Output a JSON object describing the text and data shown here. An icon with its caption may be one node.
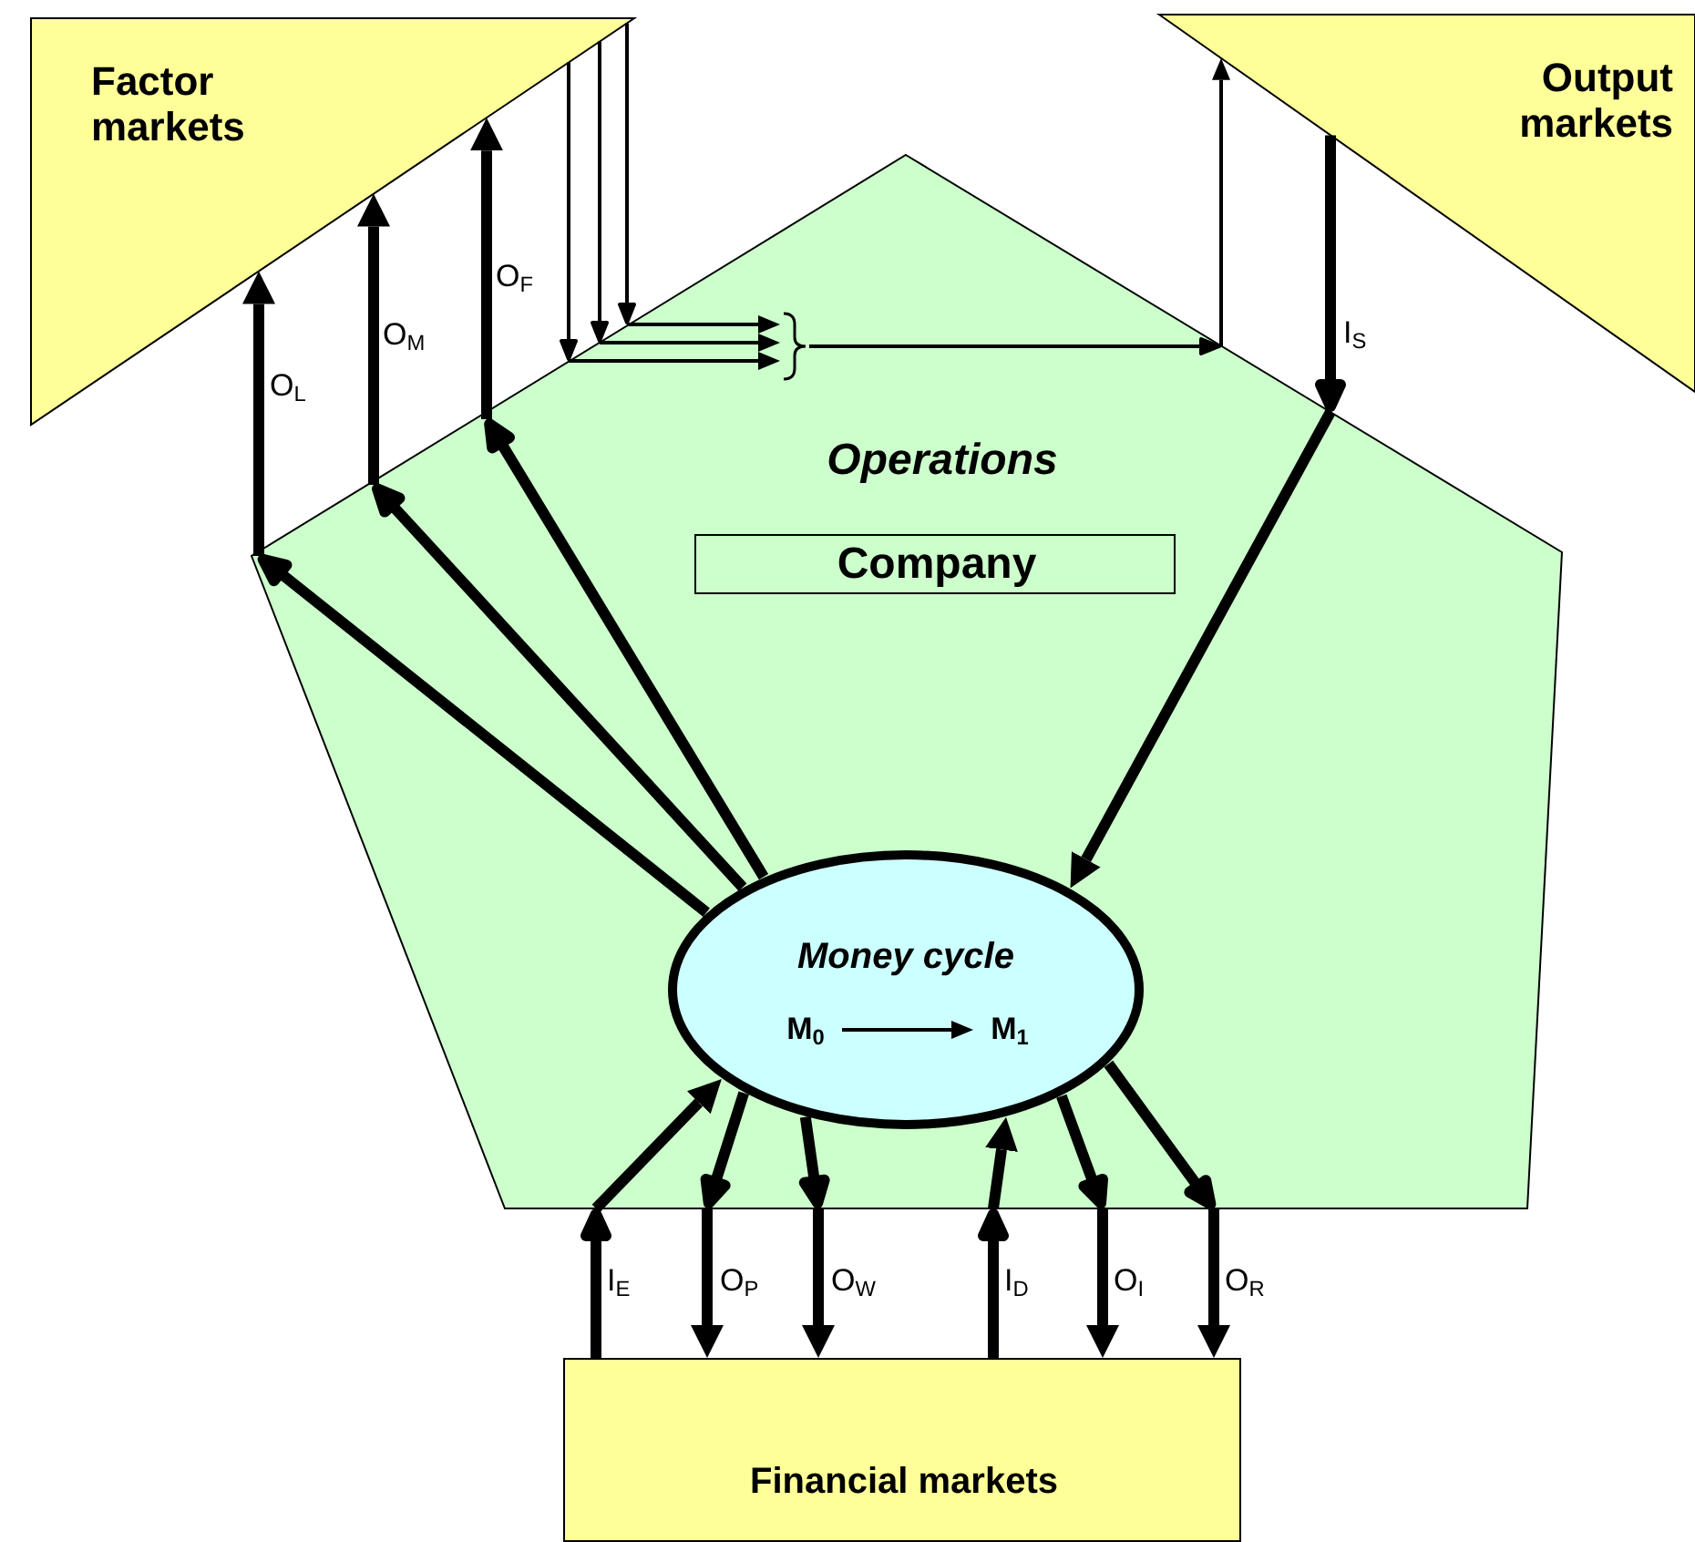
{
  "diagram": {
    "nodes": [
      {
        "text": [
          "Factor markets"
        ]
      },
      {
        "text": [
          "Output markets"
        ]
      },
      {
        "text": [
          "Operations"
        ]
      },
      {
        "text": [
          "Company"
        ],
        "in": 2
      },
      {
        "text": [
          "Money cycle"
        ],
        "in": 2
      },
      {
        "text": [
          "M$_{0}$"
        ],
        "in": 4
      },
      {
        "text": [
          "M$_{1}$"
        ],
        "in": 4
      },
      {
        "text": [
          "Financial markets"
        ]
      },
      {
        "text": [],
        "shape": "brace",
        "in": 2
      }
    ],
    "edges": [
      {
        "from": 4,
        "to": 0,
        "arrow": "to",
        "label": "O$_{L}$"
      },
      {
        "from": 4,
        "to": 0,
        "arrow": "to",
        "label": "O$_{M}$"
      },
      {
        "from": 4,
        "to": 0,
        "arrow": "to",
        "label": "O$_{F}$"
      },
      {
        "from": 0,
        "to": 8,
        "arrow": "to"
      },
      {
        "from": 0,
        "to": 8,
        "arrow": "to"
      },
      {
        "from": 0,
        "to": 8,
        "arrow": "to"
      },
      {
        "from": 8,
        "to": 1,
        "arrow": "to"
      },
      {
        "from": 1,
        "to": 4,
        "arrow": "to",
        "label": "I$_{S}$"
      },
      {
        "from": 7,
        "to": 4,
        "arrow": "to",
        "label": "I$_{E}$"
      },
      {
        "from": 4,
        "to": 7,
        "arrow": "to",
        "label": "O$_{P}$"
      },
      {
        "from": 4,
        "to": 7,
        "arrow": "to",
        "label": "O$_{W}$"
      },
      {
        "from": 7,
        "to": 4,
        "arrow": "to",
        "label": "I$_{D}$"
      },
      {
        "from": 4,
        "to": 7,
        "arrow": "to",
        "label": "O$_{I}$"
      },
      {
        "from": 4,
        "to": 7,
        "arrow": "to",
        "label": "O$_{R}$"
      },
      {
        "from": 5,
        "to": 6,
        "arrow": "to"
      }
    ]
  }
}
